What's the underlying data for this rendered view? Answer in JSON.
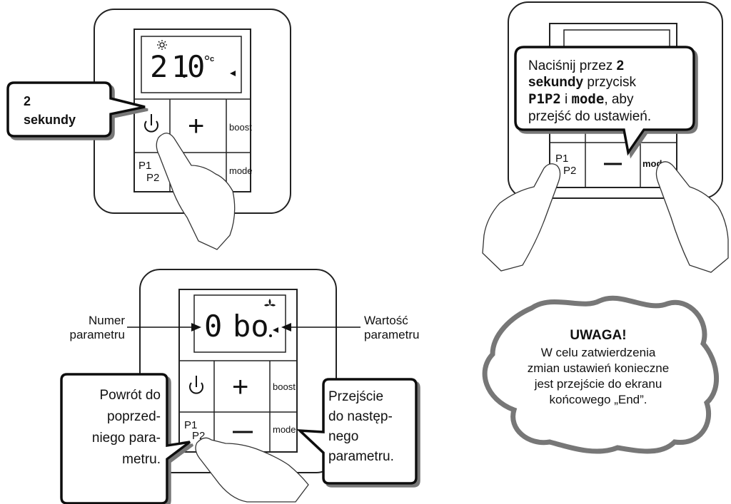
{
  "panel1": {
    "display": {
      "d1": "2",
      "d2": "1",
      "d3": "0",
      "unit": "c"
    },
    "buttons": {
      "plus": "+",
      "boost": "boost",
      "p1": "P1",
      "p2": "P2",
      "mode": "mode"
    },
    "callout": {
      "line1": "2",
      "line2": "sekundy"
    }
  },
  "panel2": {
    "buttons": {
      "minus": "—",
      "p1": "P1",
      "p2": "P2",
      "mode": "mode"
    },
    "callout": {
      "l1": "Naciśnij przez ",
      "l1b": "2",
      "l2b": "sekundy",
      "l2": " przycisk",
      "l3b1": "P1P2",
      "l3": " i ",
      "l3b2": "mode",
      "l3e": ", aby",
      "l4": "przejść do ustawień."
    }
  },
  "panel3": {
    "display": {
      "num": "0",
      "val": "bo"
    },
    "buttons": {
      "plus": "+",
      "minus": "—",
      "boost": "boost",
      "p1": "P1",
      "p2": "P2",
      "mode": "mode"
    },
    "label_left": {
      "l1": "Numer",
      "l2": "parametru"
    },
    "label_right": {
      "l1": "Wartość",
      "l2": "parametru"
    },
    "callout_left": {
      "l1": "Powrót do",
      "l2": "poprzed-",
      "l3": "niego para-",
      "l4": "metru."
    },
    "callout_right": {
      "l1": "Przejście",
      "l2": "do następ-",
      "l3": "nego",
      "l4": "parametru."
    }
  },
  "warning": {
    "title": "UWAGA!",
    "l1": "W celu zatwierdzenia",
    "l2": "zmian ustawień konieczne",
    "l3": "jest przejście do ekranu",
    "l4": "końcowego „End”."
  }
}
